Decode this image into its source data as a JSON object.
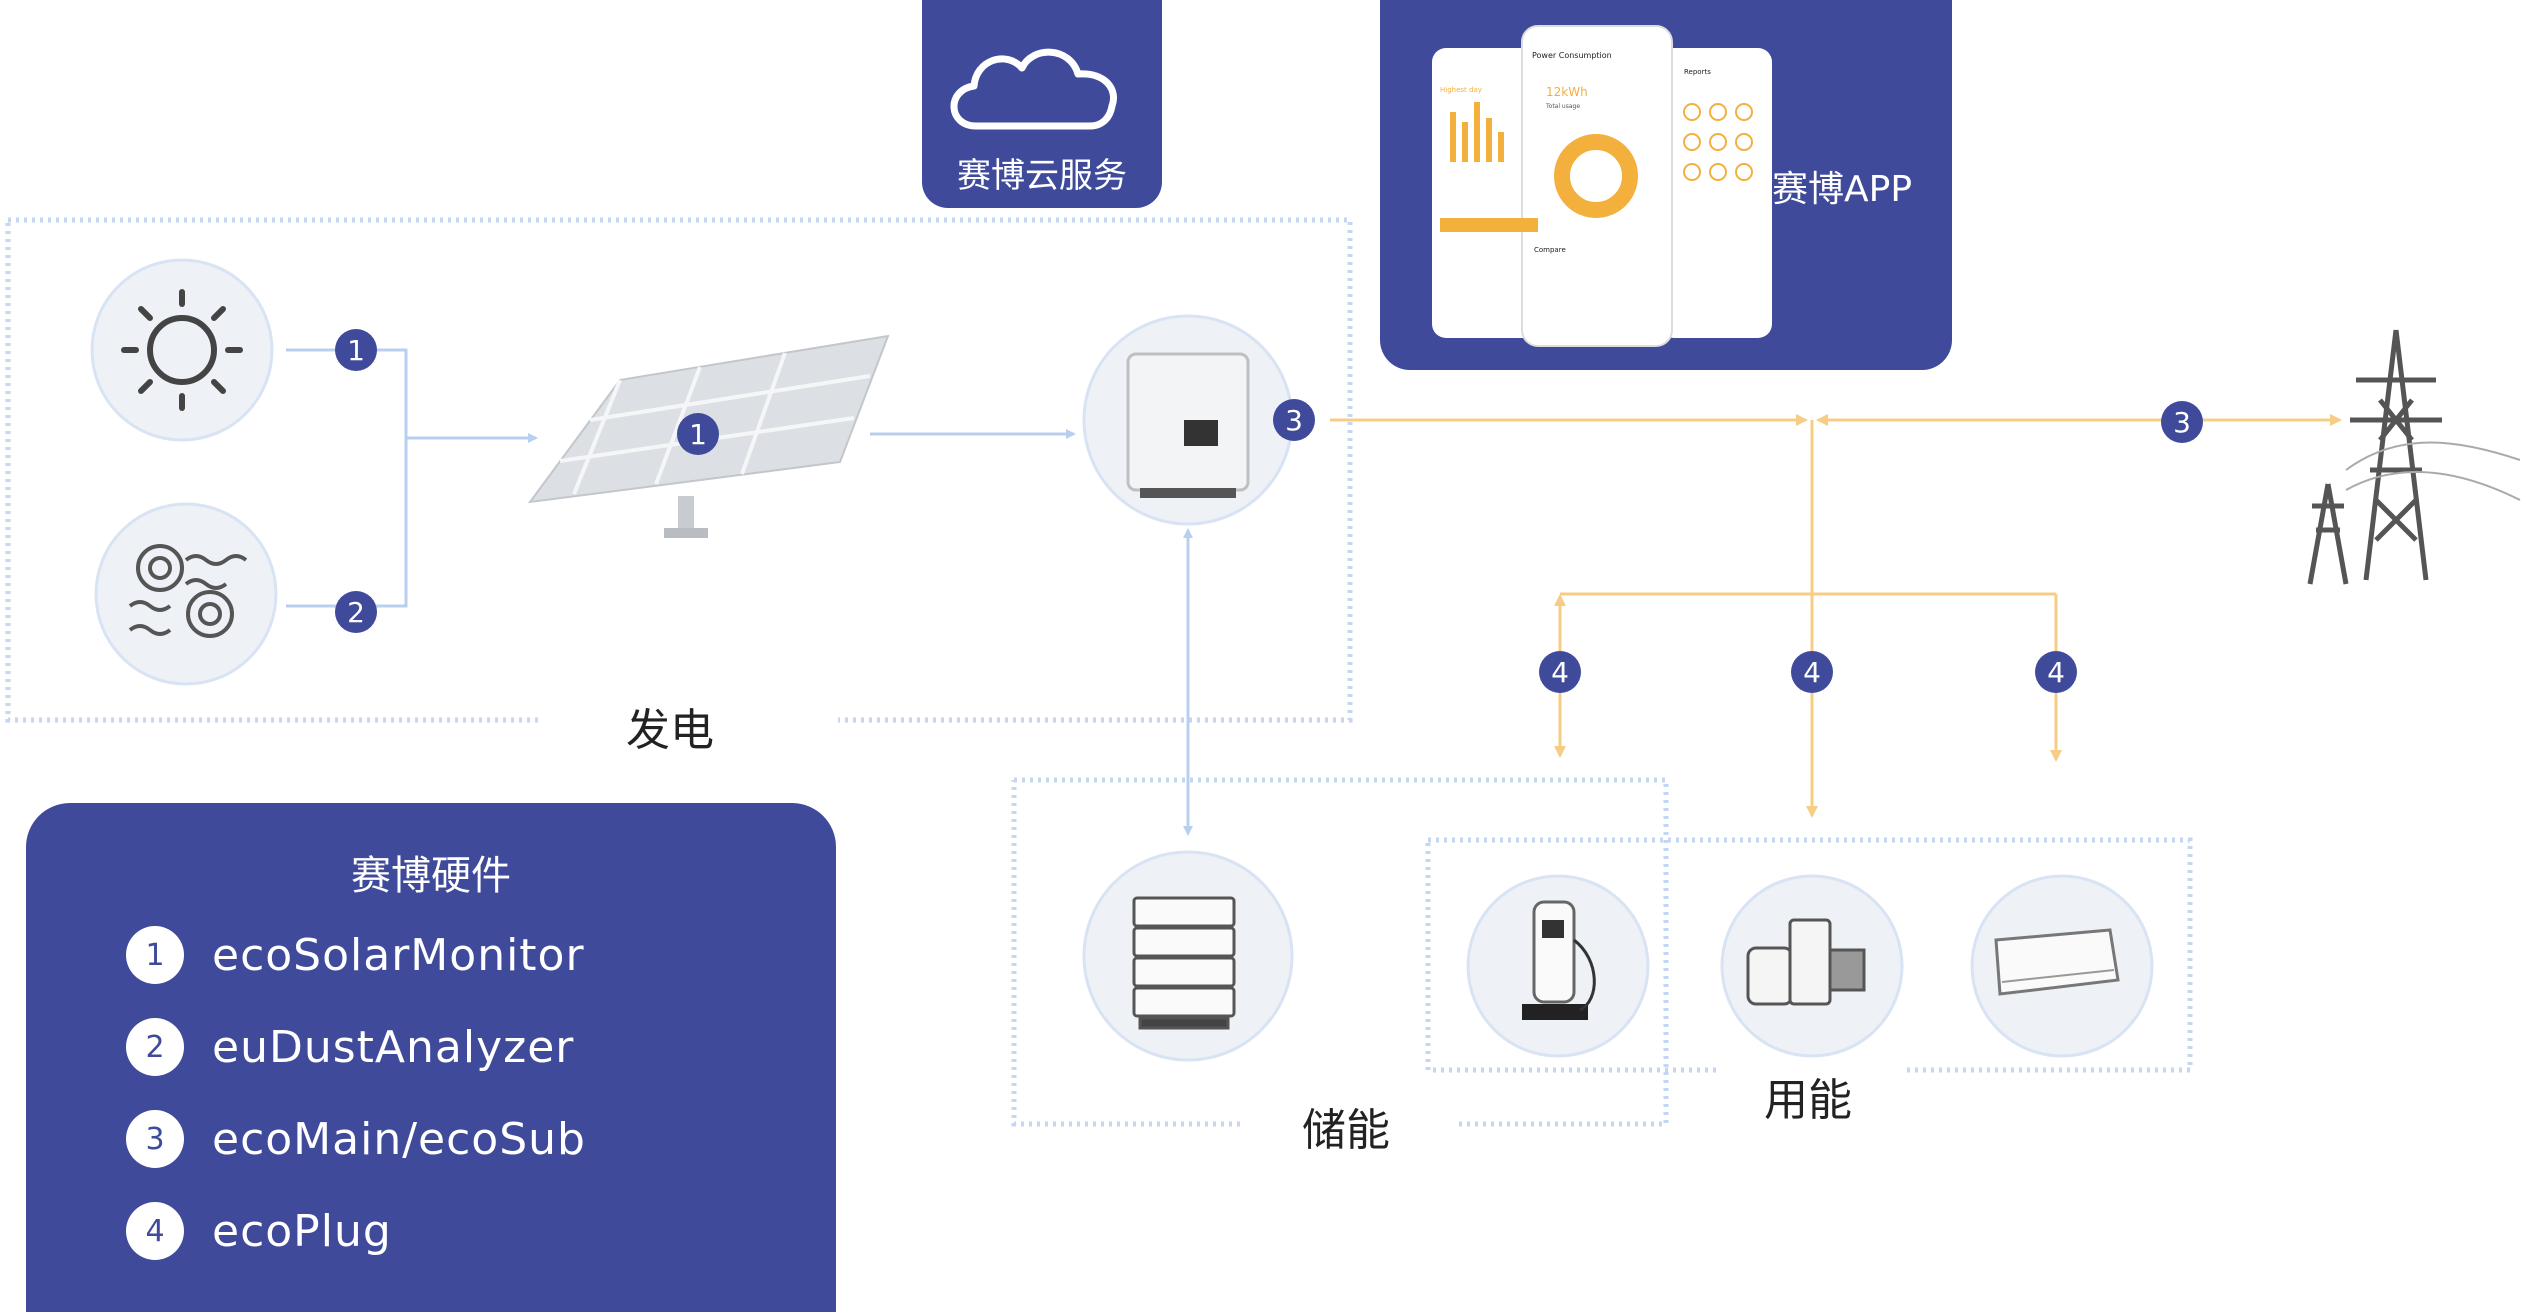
{
  "cloud": {
    "label": "赛博云服务",
    "icon": "cloud-icon"
  },
  "app": {
    "label": "赛博APP",
    "screens": {
      "left_header": "Highest day",
      "center_title": "Power Consumption",
      "center_value": "12kWh",
      "center_sub": "Total usage",
      "right_title": "Reports",
      "compare": "Compare"
    }
  },
  "sections": {
    "generation": "发电",
    "storage": "储能",
    "consumption": "用能"
  },
  "hardware": {
    "title": "赛博硬件",
    "items": [
      {
        "num": "1",
        "name": "ecoSolarMonitor"
      },
      {
        "num": "2",
        "name": "euDustAnalyzer"
      },
      {
        "num": "3",
        "name": "ecoMain/ecoSub"
      },
      {
        "num": "4",
        "name": "ecoPlug"
      }
    ]
  },
  "badges": {
    "sun": "1",
    "dust": "2",
    "panel": "1",
    "inverter": "3",
    "grid": "3",
    "plug_storage": "4",
    "plug_center": "4",
    "plug_right": "4"
  },
  "icons": {
    "sun": "sun-icon",
    "dust": "dust-wind-icon",
    "panel": "solar-panel-icon",
    "inverter": "inverter-icon",
    "tower": "power-tower-icon",
    "battery": "battery-stack-icon",
    "charger": "ev-charger-icon",
    "appliances": "appliances-icon",
    "ac": "air-conditioner-icon"
  },
  "colors": {
    "brand": "#3f4a9b",
    "flow_blue": "#b9cff0",
    "flow_orange": "#f7cc84",
    "dotted": "#c5d6f2"
  }
}
